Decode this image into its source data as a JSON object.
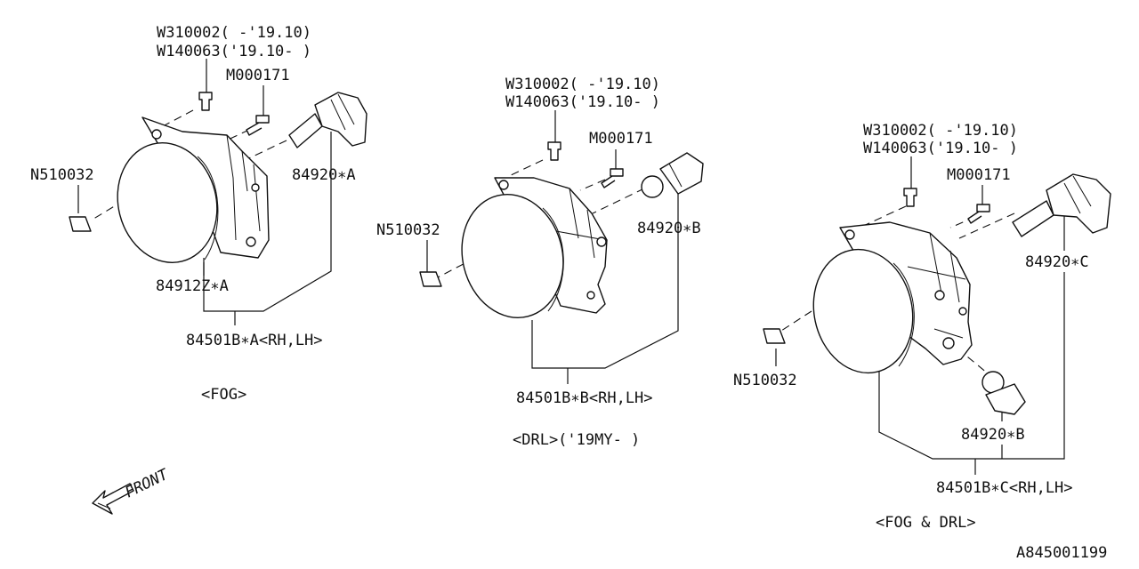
{
  "group_fog": {
    "bolt_note_a": "W310002( -'19.10)",
    "bolt_note_b": "W140063('19.10- )",
    "screw": "M000171",
    "clip": "N510032",
    "bulb": "84920∗A",
    "lens": "84912Z∗A",
    "assembly": "84501B∗A<RH,LH>",
    "caption": "<FOG>"
  },
  "group_drl": {
    "bolt_note_a": "W310002( -'19.10)",
    "bolt_note_b": "W140063('19.10- )",
    "screw": "M000171",
    "clip": "N510032",
    "bulb": "84920∗B",
    "assembly": "84501B∗B<RH,LH>",
    "caption": "<DRL>('19MY- )"
  },
  "group_fog_drl": {
    "bolt_note_a": "W310002( -'19.10)",
    "bolt_note_b": "W140063('19.10- )",
    "screw": "M000171",
    "clip": "N510032",
    "bulb_main": "84920∗C",
    "bulb_drl": "84920∗B",
    "assembly": "84501B∗C<RH,LH>",
    "caption": "<FOG & DRL>"
  },
  "front_label": "FRONT",
  "diagram_code": "A845001199"
}
